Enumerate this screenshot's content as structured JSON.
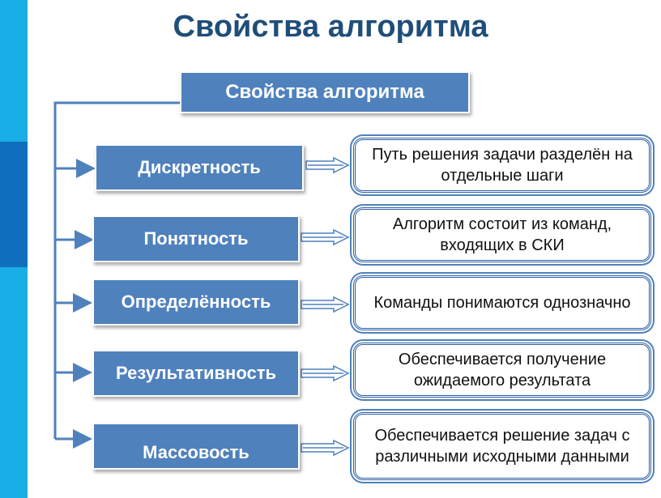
{
  "title": "Свойства алгоритма",
  "header_box": "Свойства алгоритма",
  "properties": [
    {
      "name": "Дискретность",
      "description": "Путь решения задачи разделён на отдельные шаги"
    },
    {
      "name": "Понятность",
      "description": "Алгоритм состоит из команд, входящих в СКИ"
    },
    {
      "name": "Определённость",
      "description": "Команды понимаются однозначно"
    },
    {
      "name": "Результативность",
      "description": "Обеспечивается получение ожидаемого результата"
    },
    {
      "name": "Массовость",
      "description": "Обеспечивается решение задач с различными исходными данными"
    }
  ],
  "colors": {
    "accent": "#4f81bd",
    "title": "#1f4e79",
    "side_bar": "#19aee7",
    "side_bar_dark": "#0f6fbd"
  }
}
